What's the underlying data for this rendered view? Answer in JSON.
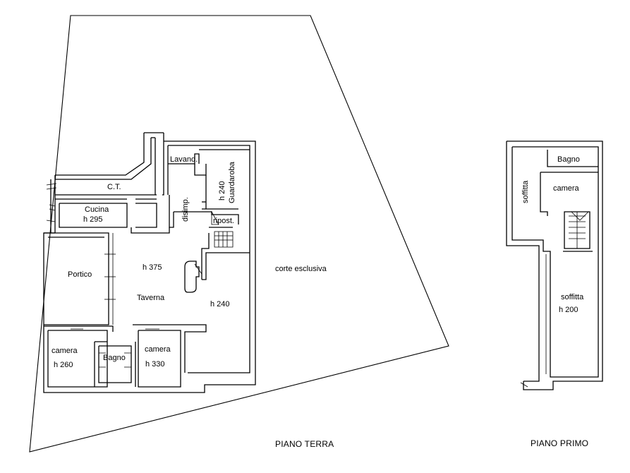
{
  "piano_terra": {
    "caption": "PIANO TERRA",
    "rooms": {
      "ct": "C.T.",
      "lavand": "Lavand.",
      "guardaroba_h": "h 240",
      "guardaroba": "Guardaroba",
      "disimp": "disimp.",
      "ripost": "ripost.",
      "cucina": "Cucina",
      "cucina_h": "h 295",
      "portico": "Portico",
      "taverna_h": "h 375",
      "taverna": "Taverna",
      "east_h": "h 240",
      "corte": "corte esclusiva",
      "camera1": "camera",
      "camera1_h": "h 260",
      "bagno": "Bagno",
      "camera2": "camera",
      "camera2_h": "h 330"
    }
  },
  "piano_primo": {
    "caption": "PIANO PRIMO",
    "rooms": {
      "bagno": "Bagno",
      "soffitta_top": "soffitta",
      "camera": "camera",
      "soffitta": "soffitta",
      "soffitta_h": "h 200"
    }
  }
}
